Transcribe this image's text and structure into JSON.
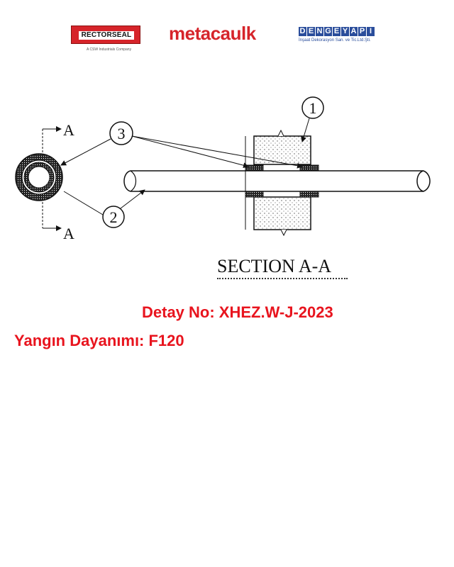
{
  "logos": {
    "rectorseal_name": "RECTORSEAL",
    "rectorseal_tagline": "A CSW Industrials Company",
    "metacaulk_name": "metacaulk",
    "denge_letters": [
      "D",
      "E",
      "N",
      "G",
      "E",
      "Y",
      "A",
      "P",
      "I"
    ],
    "denge_tagline": "İnşaat Dekorasyon San. ve Tic.Ltd.Şti."
  },
  "diagram": {
    "section_marker_top": "A",
    "section_marker_bottom": "A",
    "callout_1": "1",
    "callout_2": "2",
    "callout_3": "3",
    "section_title": "SECTION A-A"
  },
  "detail": {
    "detail_no": "Detay No: XHEZ.W-J-2023",
    "fire_rating": "Yangın Dayanımı: F120"
  },
  "colors": {
    "accent_red": "#e8141e",
    "rectorseal_red": "#d6242a",
    "denge_blue": "#2a4d9b"
  }
}
